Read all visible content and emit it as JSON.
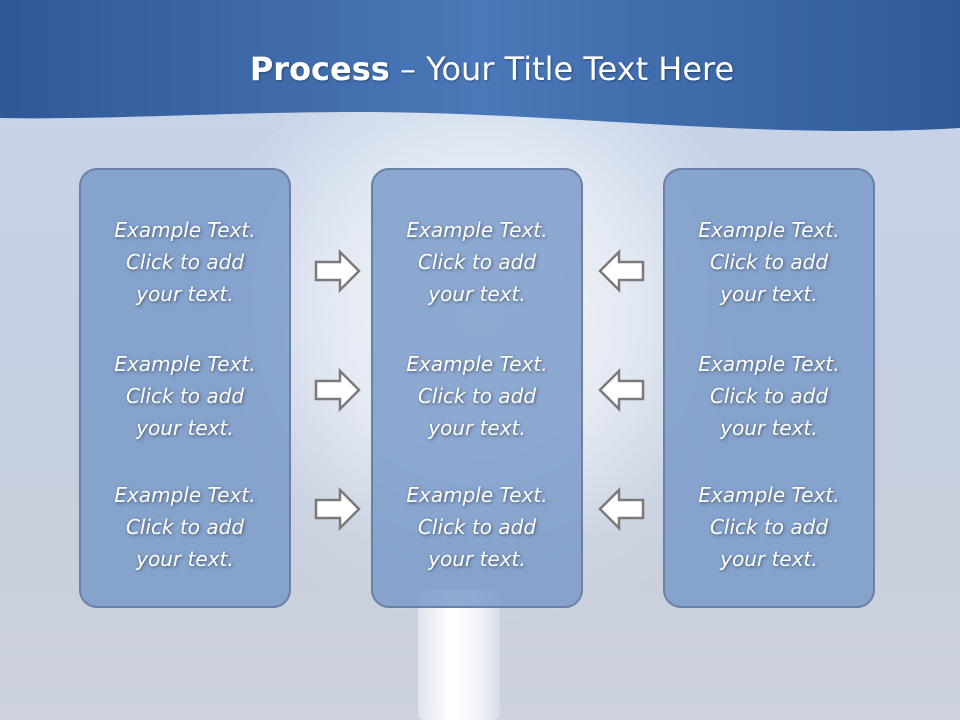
{
  "title": {
    "bold": "Process",
    "rest": " – Your Title Text Here"
  },
  "columns": [
    {
      "items": [
        [
          "Example Text.",
          "Click  to add",
          "your text."
        ],
        [
          "Example Text.",
          "Click  to add",
          "your text."
        ],
        [
          "Example Text.",
          "Click  to add",
          "your text."
        ]
      ]
    },
    {
      "items": [
        [
          "Example Text.",
          "Click  to add",
          "your text."
        ],
        [
          "Example Text.",
          "Click  to add",
          "your text."
        ],
        [
          "Example Text.",
          "Click  to add",
          "your text."
        ]
      ]
    },
    {
      "items": [
        [
          "Example Text.",
          "Click  to add",
          "your text."
        ],
        [
          "Example Text.",
          "Click  to add",
          "your text."
        ],
        [
          "Example Text.",
          "Click  to add",
          "your text."
        ]
      ]
    }
  ],
  "arrows": {
    "left_group": "right-arrow-icon",
    "right_group": "left-arrow-icon"
  },
  "colors": {
    "header": "#3d6aa8",
    "box_fill": "#7898c8",
    "box_border": "#6a80a8",
    "arrow_stroke": "#7a7a7a"
  }
}
